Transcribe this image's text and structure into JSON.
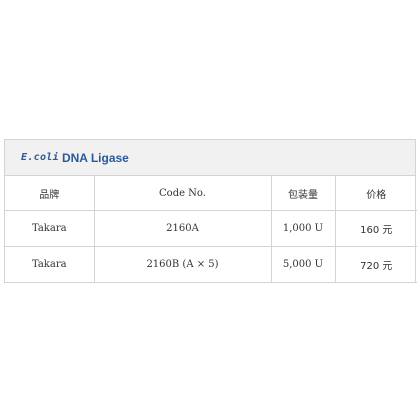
{
  "product": {
    "title_italic": "E.coli",
    "title_rest": "DNA Ligase"
  },
  "table": {
    "headers": [
      "品牌",
      "Code No.",
      "包装量",
      "价格"
    ],
    "rows": [
      [
        "Takara",
        "2160A",
        "1,000 U",
        "160 元"
      ],
      [
        "Takara",
        "2160B (A × 5)",
        "5,000 U",
        "720 元"
      ]
    ]
  },
  "colors": {
    "title_text": "#2a5a9a",
    "title_bar_bg": "#f1f1f1",
    "border": "#d4d4d4"
  }
}
